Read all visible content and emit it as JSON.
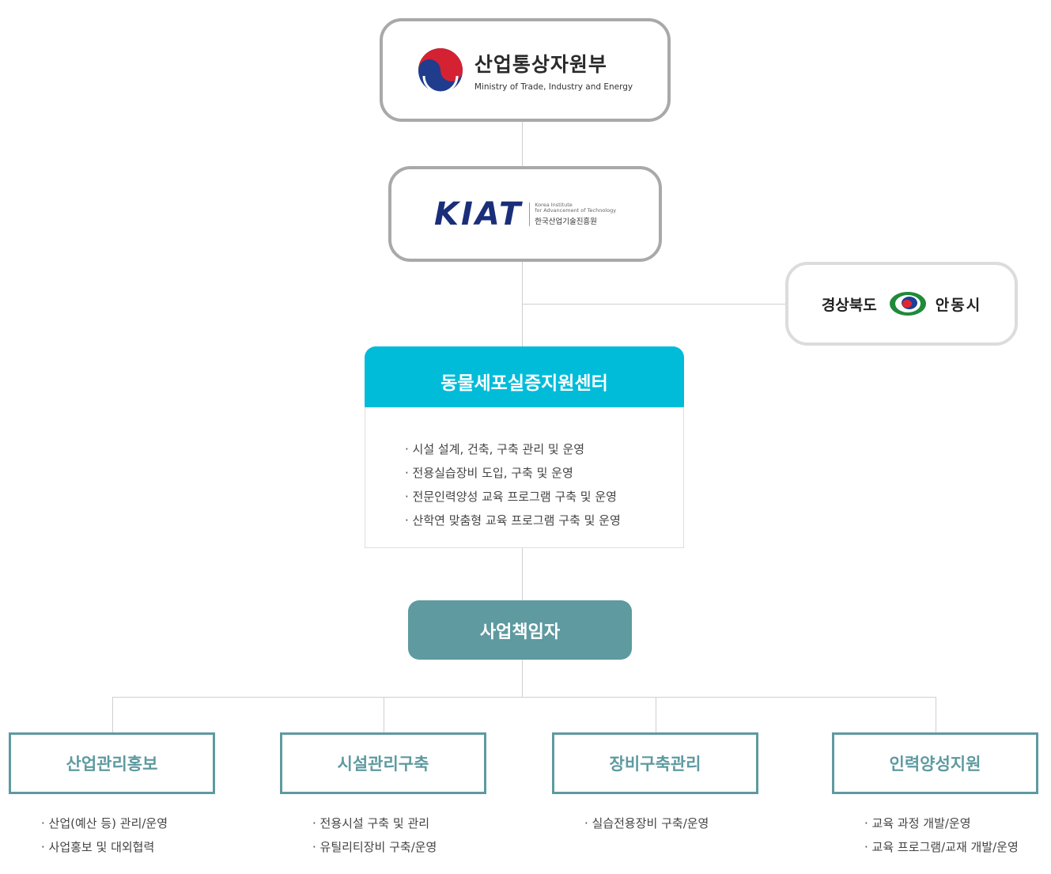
{
  "motie": {
    "name_ko": "산업통상자원부",
    "name_en": "Ministry of Trade, Industry and Energy"
  },
  "kiat": {
    "logo_text": "KIAT",
    "name_en_1": "Korea Institute",
    "name_en_2": "for Advancement of Technology",
    "name_ko": "한국산업기술진흥원"
  },
  "andong": {
    "province": "경상북도",
    "city": "안동시"
  },
  "center": {
    "title": "동물세포실증지원센터",
    "duties": [
      "· 시설 설계, 건축, 구축 관리 및 운영",
      "· 전용실습장비 도입, 구축 및 운영",
      "· 전문인력양성 교육 프로그램 구축 및 운영",
      "· 산학연 맞춤형 교육 프로그램 구축 및 운영"
    ]
  },
  "leader": {
    "title": "사업책임자"
  },
  "teams": [
    {
      "title": "산업관리홍보",
      "duties": [
        "·  산업(예산 등) 관리/운영",
        "· 사업홍보 및 대외협력"
      ]
    },
    {
      "title": "시설관리구축",
      "duties": [
        "·  전용시설 구축 및 관리",
        "· 유틸리티장비 구축/운영"
      ]
    },
    {
      "title": "장비구축관리",
      "duties": [
        "·  실습전용장비 구축/운영"
      ]
    },
    {
      "title": "인력양성지원",
      "duties": [
        "· 교육 과정 개발/운영",
        "· 교육 프로그램/교재 개발/운영"
      ]
    }
  ],
  "colors": {
    "center_head": "#00bcd9",
    "leader": "#5e9aa0",
    "team_border": "#5e9aa0",
    "box_border": "#a9a9a9",
    "line": "#cfcfcf"
  }
}
